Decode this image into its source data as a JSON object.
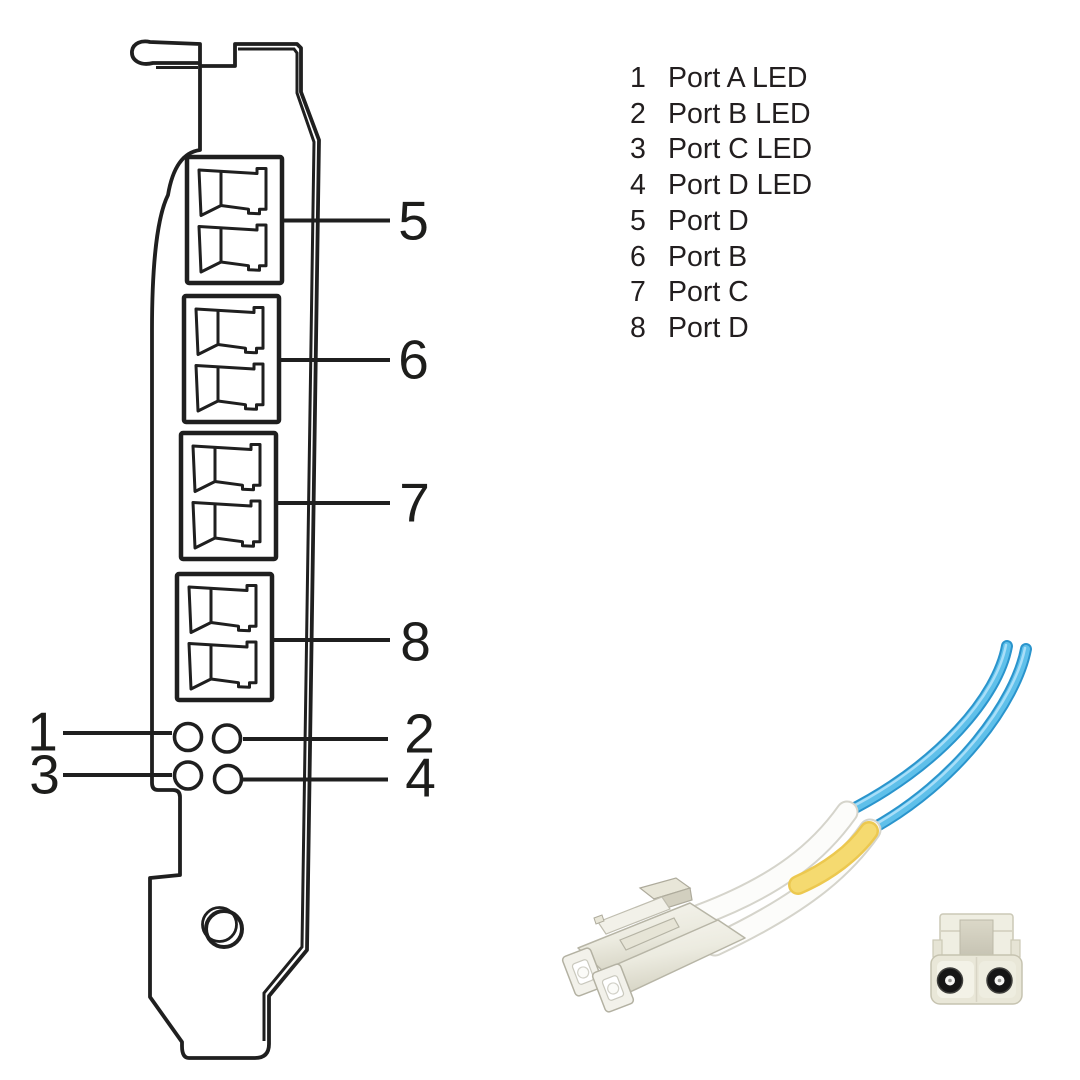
{
  "callouts": {
    "c1": "1",
    "c2": "2",
    "c3": "3",
    "c4": "4",
    "c5": "5",
    "c6": "6",
    "c7": "7",
    "c8": "8"
  },
  "legend": {
    "items": [
      {
        "num": "1",
        "label": "Port A LED"
      },
      {
        "num": "2",
        "label": "Port B LED"
      },
      {
        "num": "3",
        "label": "Port C LED"
      },
      {
        "num": "4",
        "label": "Port D LED"
      },
      {
        "num": "5",
        "label": "Port D"
      },
      {
        "num": "6",
        "label": "Port B"
      },
      {
        "num": "7",
        "label": "Port C"
      },
      {
        "num": "8",
        "label": "Port D"
      }
    ]
  },
  "colors": {
    "line": "#1f1f1f",
    "cable_blue": "#5fc0ea",
    "cable_blue_dark": "#2a94cc",
    "boot_yellow": "#f2d569",
    "connector_ivory": "#eeede2",
    "coupler_beige": "#e9e7d8"
  }
}
